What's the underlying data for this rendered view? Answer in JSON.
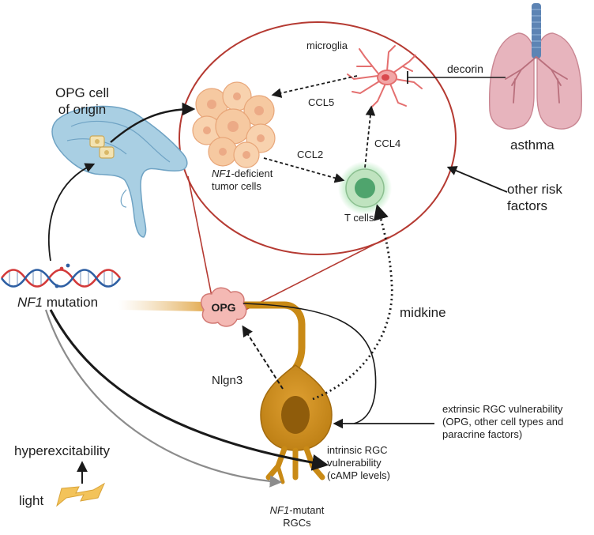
{
  "labels": {
    "opg_origin_l1": "OPG cell",
    "opg_origin_l2": "of origin",
    "microglia": "microglia",
    "ccl5": "CCL5",
    "ccl2": "CCL2",
    "ccl4": "CCL4",
    "decorin": "decorin",
    "asthma": "asthma",
    "tumor_gene": "NF1",
    "tumor_l1_rest": "-deficient",
    "tumor_l2": "tumor cells",
    "t_cells": "T cells",
    "other_risk_l1": "other risk",
    "other_risk_l2": "factors",
    "nf1_mutation_gene": "NF1",
    "nf1_mutation_rest": " mutation",
    "opg": "OPG",
    "midkine": "midkine",
    "nlgn3": "Nlgn3",
    "extrinsic_l1": "extrinsic RGC vulnerability",
    "extrinsic_l2": "(OPG, other cell types and",
    "extrinsic_l3": "paracrine factors)",
    "intrinsic_l1": "intrinsic RGC",
    "intrinsic_l2": "vulnerability",
    "intrinsic_l3": "(cAMP levels)",
    "hyperexcitability": "hyperexcitability",
    "light": "light",
    "rgc_gene": "NF1",
    "rgc_l1_rest": "-mutant",
    "rgc_l2": "RGCs"
  },
  "colors": {
    "circle": "#b53a32",
    "rgc": "#c98a16",
    "rgc_dark": "#8f5c0b",
    "opg": "#f4b9b4",
    "tumor": "#f6c9a1",
    "tcell": "#7fbd8e",
    "lung": "#e7b4bd",
    "trachea": "#5d84b4",
    "origin": "#a9cfe3",
    "bolt": "#f3c35a",
    "arrow": "#1a1a1a",
    "gray_arrow": "#8c8c8c"
  }
}
